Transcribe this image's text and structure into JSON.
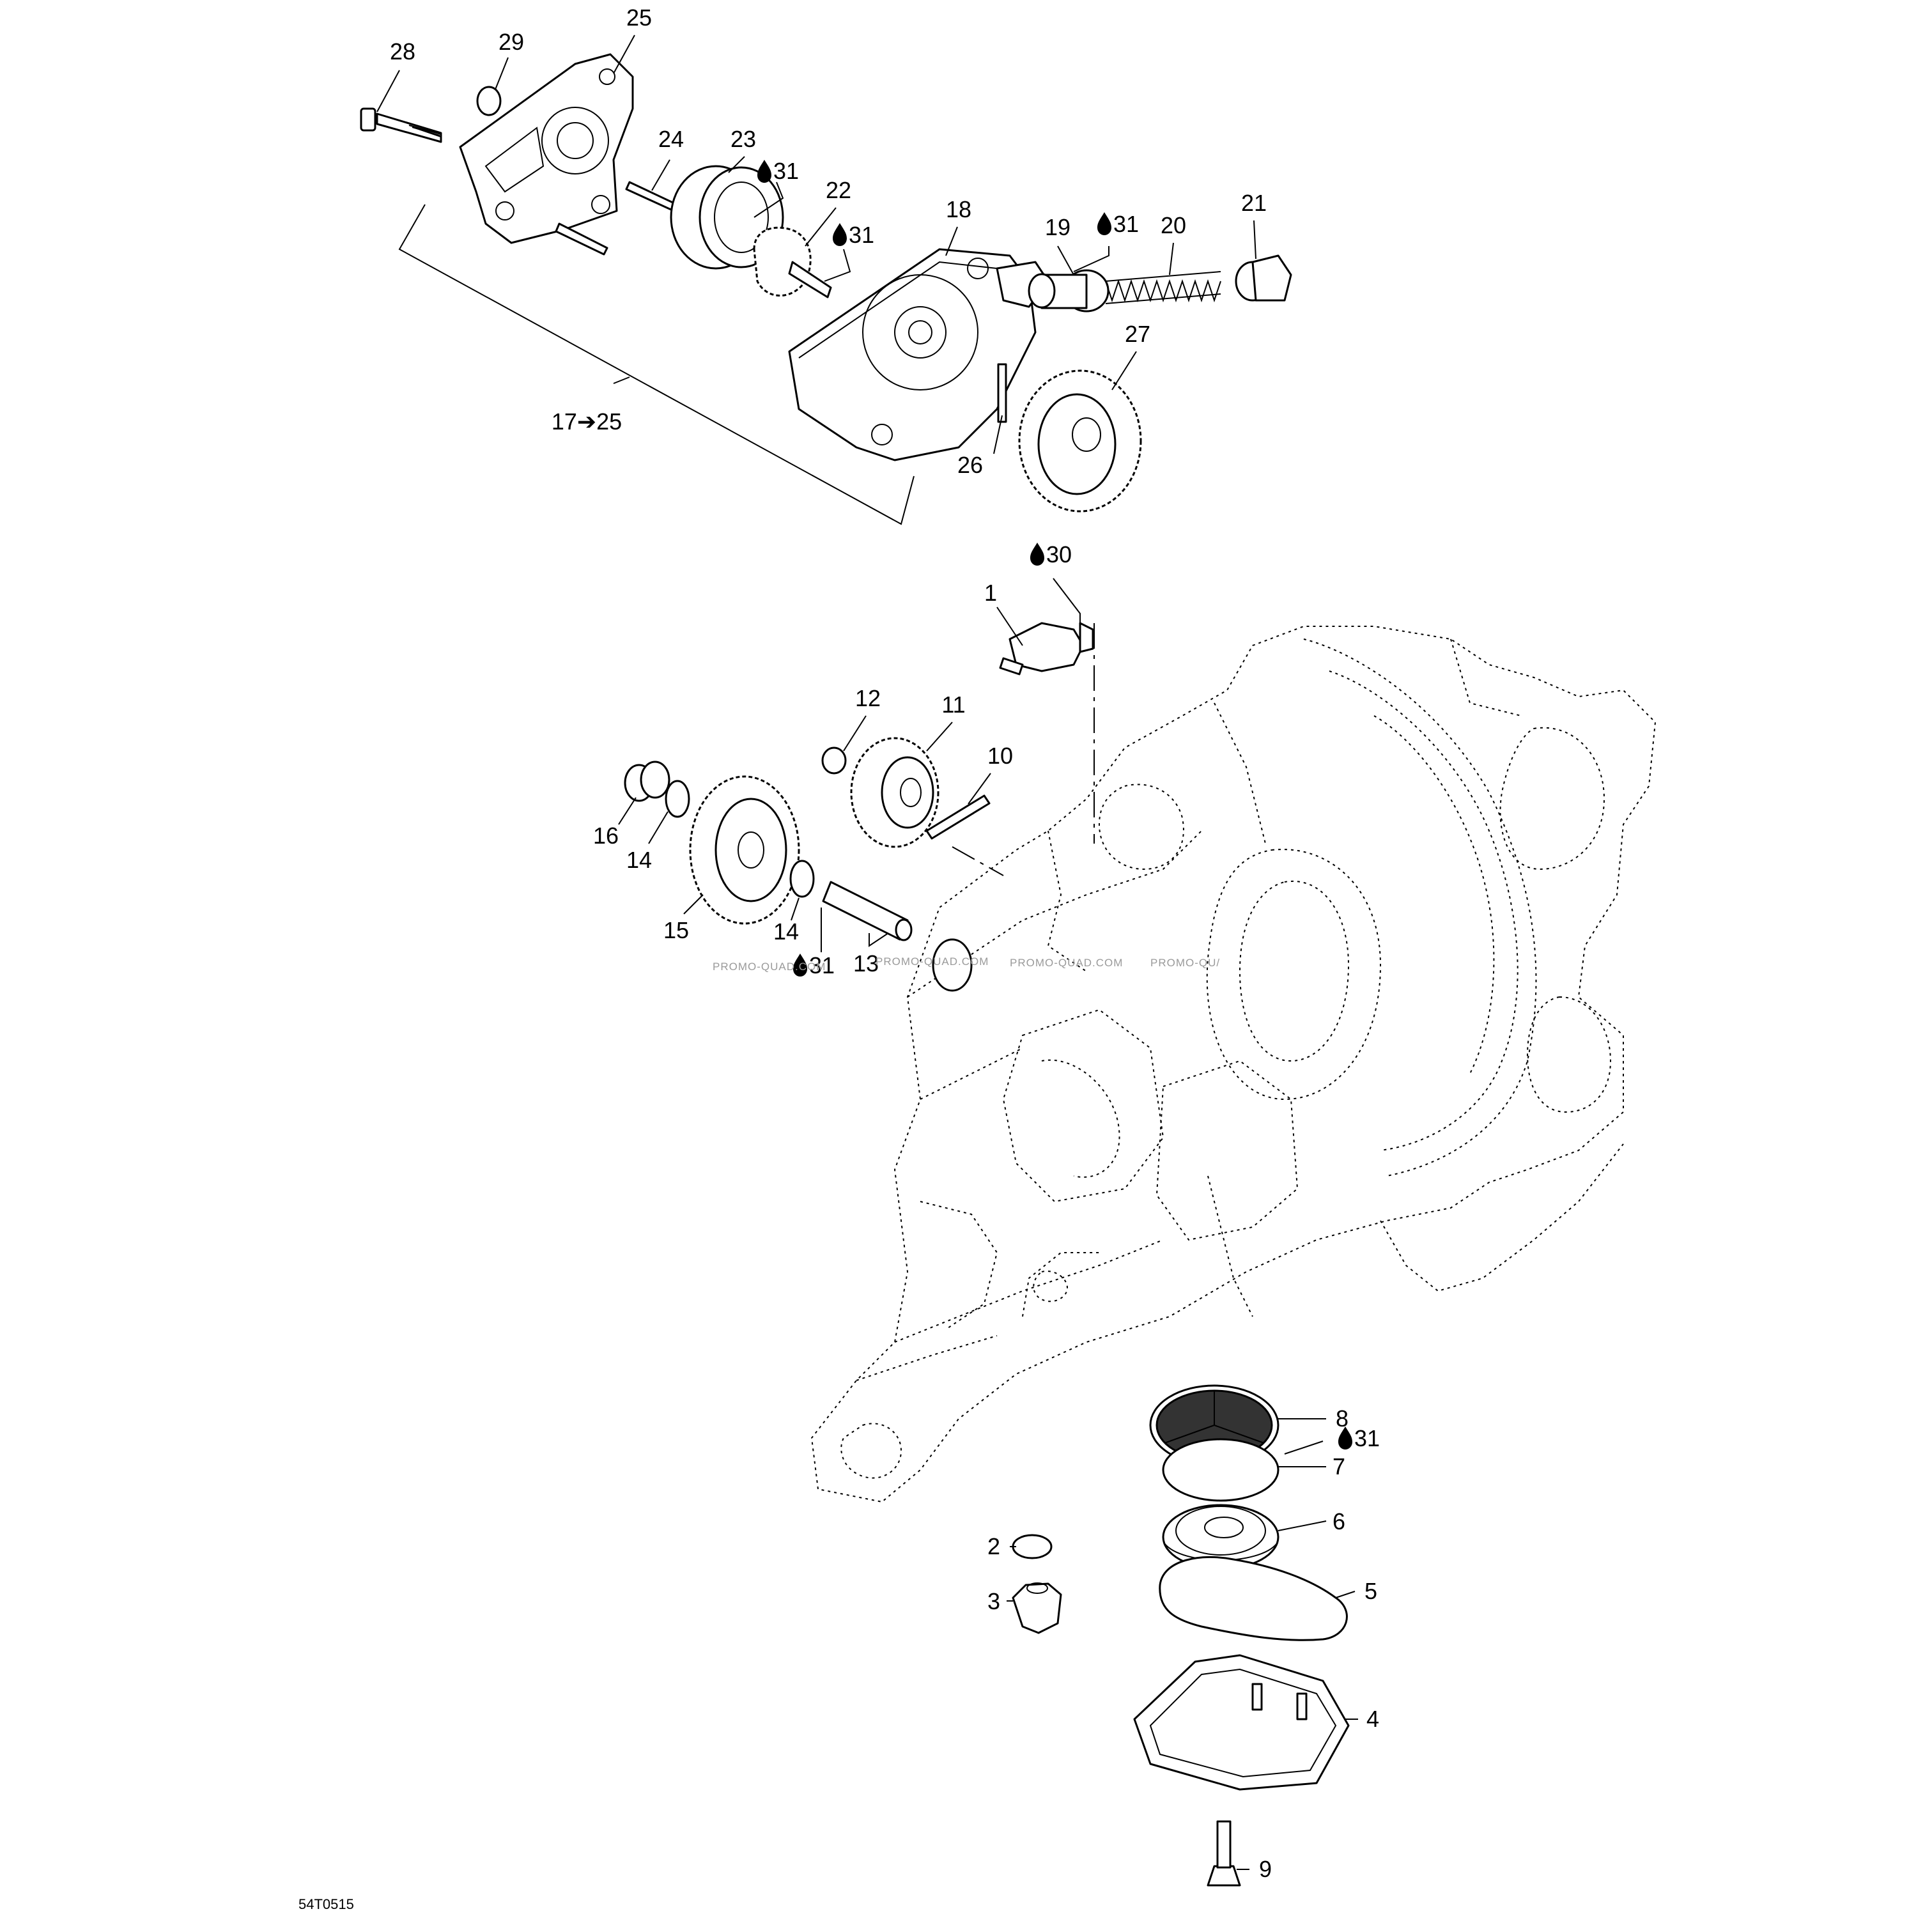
{
  "diagram_code": "54T0515",
  "watermark_text": "PROMO-QUAD.COM",
  "watermark_fragments": [
    "PROMO-QUAD.COM",
    "PROMO-QUAD.COM",
    "PROMO-QUAD.COM",
    "PROMO-QU/"
  ],
  "oil_marker_icon": "oil-drop-icon",
  "range_label": "17➔25",
  "callouts": {
    "c1": "1",
    "c2": "2",
    "c3": "3",
    "c4": "4",
    "c5": "5",
    "c6": "6",
    "c7": "7",
    "c8": "8",
    "c9": "9",
    "c10": "10",
    "c11": "11",
    "c12": "12",
    "c13": "13",
    "c14a": "14",
    "c14b": "14",
    "c15": "15",
    "c16": "16",
    "c18": "18",
    "c19": "19",
    "c20": "20",
    "c21": "21",
    "c22": "22",
    "c23": "23",
    "c24": "24",
    "c25": "25",
    "c26": "26",
    "c27": "27",
    "c28": "28",
    "c29": "29"
  },
  "lubricant_refs": {
    "l30": "30",
    "l31_a": "31",
    "l31_b": "31",
    "l31_c": "31",
    "l31_d": "31",
    "l31_e": "31"
  }
}
